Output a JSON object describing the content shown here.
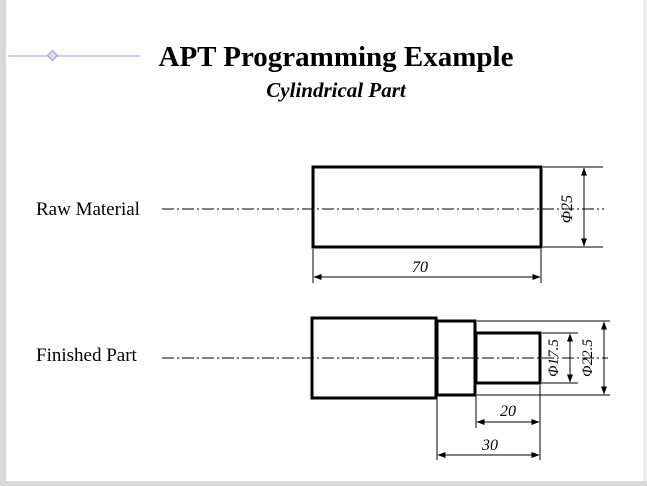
{
  "slide": {
    "title": "APT Programming Example",
    "subtitle": "Cylindrical Part"
  },
  "diagram": {
    "raw_material": {
      "label": "Raw Material",
      "length_dim": "70",
      "diameter_dim": "Φ25"
    },
    "finished_part": {
      "label": "Finished Part",
      "dim_20": "20",
      "dim_30": "30",
      "dia_small": "Φ17.5",
      "dia_mid": "Φ22.5"
    }
  }
}
